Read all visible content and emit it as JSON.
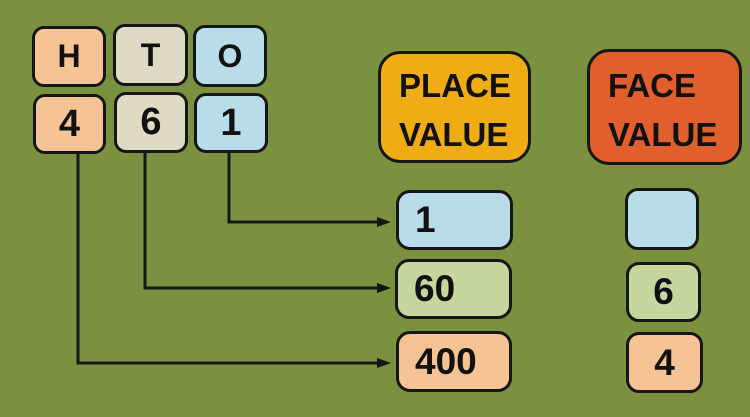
{
  "colors": {
    "background": "#7A923F",
    "peach": "#F6C494",
    "tan": "#DEDAC4",
    "blue": "#B9DCE9",
    "green": "#C5D79E",
    "gold": "#F0AC15",
    "orange_red": "#E05F2C",
    "line": "#161616"
  },
  "digit_columns": [
    {
      "label": "H",
      "digit": "4",
      "color": "#F6C494"
    },
    {
      "label": "T",
      "digit": "6",
      "color": "#DEDAC4"
    },
    {
      "label": "O",
      "digit": "1",
      "color": "#B9DCE9"
    }
  ],
  "place_value": {
    "header": {
      "line1": "PLACE",
      "line2": "VALUE",
      "color": "#F0AC15"
    },
    "items": [
      {
        "value": "1",
        "color": "#B9DCE9"
      },
      {
        "value": "60",
        "color": "#C5D79E"
      },
      {
        "value": "400",
        "color": "#F6C494"
      }
    ]
  },
  "face_value": {
    "header": {
      "line1": "FACE",
      "line2": "VALUE",
      "color": "#E05F2C"
    },
    "items": [
      {
        "value": "",
        "color": "#B9DCE9"
      },
      {
        "value": "6",
        "color": "#C5D79E"
      },
      {
        "value": "4",
        "color": "#F6C494"
      }
    ]
  },
  "connectors": [
    {
      "from": "digit-1-ones",
      "to": "place-value-1"
    },
    {
      "from": "digit-6-tens",
      "to": "place-value-60"
    },
    {
      "from": "digit-4-hundreds",
      "to": "place-value-400"
    }
  ]
}
